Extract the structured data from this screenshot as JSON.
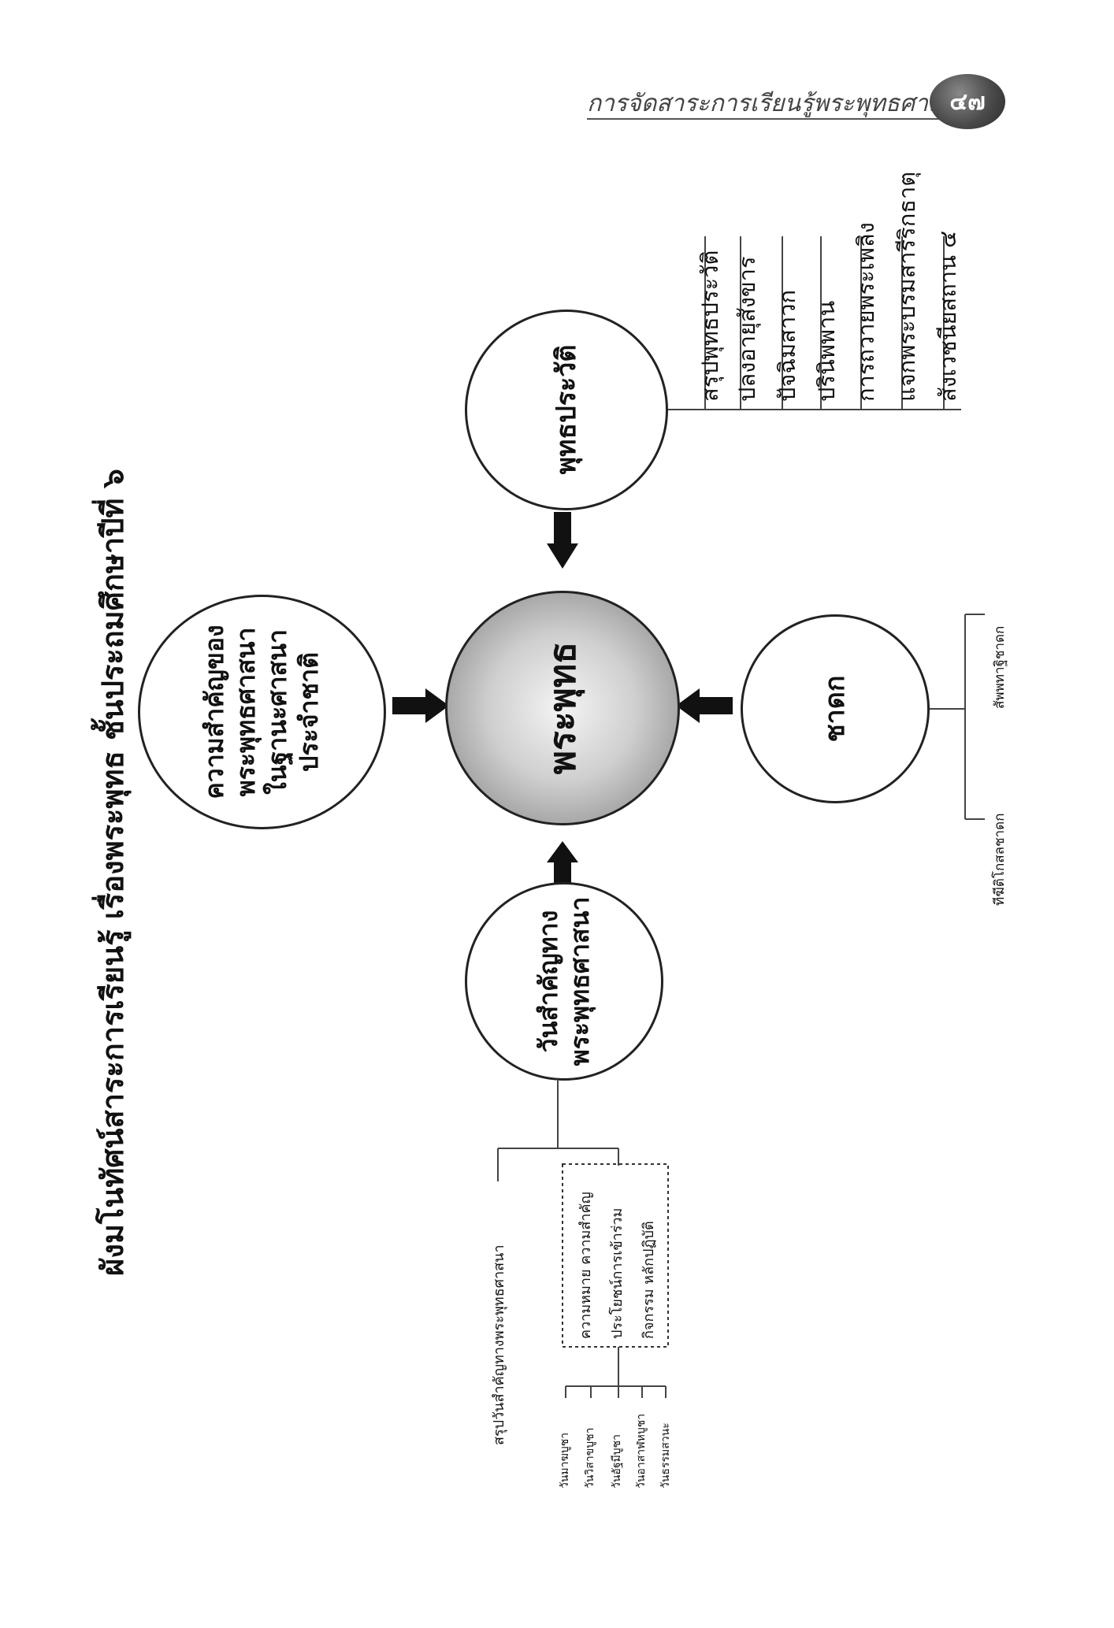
{
  "header": {
    "title": "การจัดสาระการเรียนรู้พระพุทธศาสนา",
    "page_number": "๔๗"
  },
  "diagram": {
    "title": "ผังมโนทัศน์สาระการเรียนรู้ เรื่องพระพุทธ ชั้นประถมศึกษาปีที่ ๖",
    "center": "พระพุทธ",
    "importance_node": [
      "ความสำคัญของ",
      "พระพุทธศาสนา",
      "ในฐานะศาสนา",
      "ประจำชาติ"
    ],
    "biography_node": "พุทธประวัติ",
    "jataka_node": "ชาดก",
    "holy_days_node": [
      "วันสำคัญทาง",
      "พระพุทธศาสนา"
    ],
    "biography_items": [
      "สรุปพุทธประวัติ",
      "ปลงอายุสังขาร",
      "ปัจฉิมสาวก",
      "ปรินิพพาน",
      "การถวายพระเพลิง",
      "แจกพระบรมสารีริกธาตุ",
      "สังเวชนียสถาน ๔"
    ],
    "jataka_items": [
      "ทีฆีติโกสลชาดก",
      "สัพพทาฐิชาดก"
    ],
    "holy_days_items": [
      "วันมาฆบูชา",
      "วันวิสาขบูชา",
      "วันอัฐมีบูชา",
      "วันอาสาฬหบูชา",
      "วันธรรมสวนะ"
    ],
    "holy_days_box": [
      "ความหมาย ความสำคัญ",
      "ประโยชน์การเข้าร่วม",
      "กิจกรรม หลักปฏิบัติ"
    ],
    "holy_days_summary": "สรุปวันสำคัญทางพระพุทธศาสนา"
  },
  "colors": {
    "center_gradient_light": "#f4f4f4",
    "center_gradient_dark": "#7d7d7d",
    "badge": "#3a3a3a"
  }
}
